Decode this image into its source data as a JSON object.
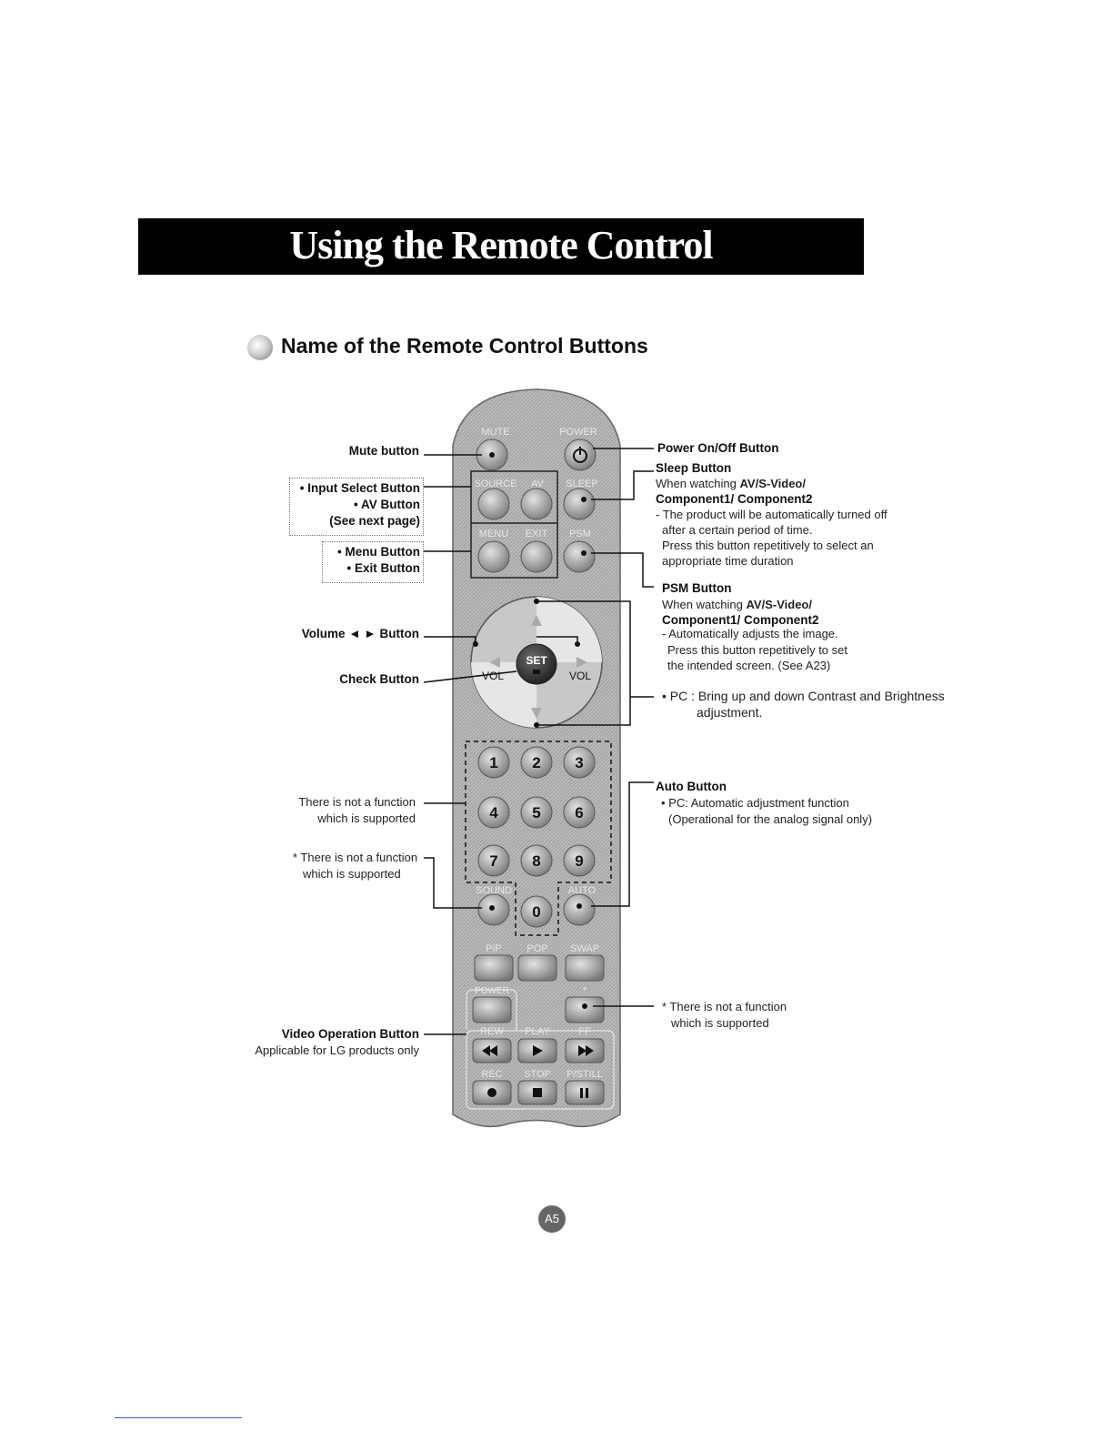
{
  "header": {
    "title": "Using the Remote Control"
  },
  "section": {
    "heading": "Name of the Remote Control Buttons"
  },
  "labels_left": {
    "mute": "Mute button",
    "input_select": "• Input Select Button",
    "av": "• AV Button",
    "see_next": "(See next page)",
    "menu": "• Menu Button",
    "exit": "• Exit Button",
    "volume": "Volume ◄  ► Button",
    "check": "Check Button",
    "no_function_1a": "There is not a function",
    "no_function_1b": "which is supported",
    "no_function_2a": "* There is not a function",
    "no_function_2b": "which is supported",
    "video_op": "Video Operation Button",
    "video_op_note": "Applicable for LG products only"
  },
  "labels_right": {
    "power": "Power On/Off Button",
    "sleep_title": "Sleep Button",
    "sleep_watch": "When watching ",
    "sleep_watch_bold": "AV/S-Video/",
    "sleep_comp": "Component1/ Component2",
    "sleep_d1": "- The product will be automatically turned off",
    "sleep_d2": "after a certain period of time.",
    "sleep_d3": "Press this button repetitively to select an",
    "sleep_d4": "appropriate time duration",
    "psm_title": "PSM Button",
    "psm_watch": "When watching ",
    "psm_watch_bold": "AV/S-Video/",
    "psm_comp": "Component1/ Component2",
    "psm_d1": "- Automatically adjusts the image.",
    "psm_d2": "Press this button repetitively to set",
    "psm_d3": "the intended screen. (See A23)",
    "pc_a": "• PC : Bring up and down Contrast and Brightness",
    "pc_b": "adjustment.",
    "auto_title": "Auto Button",
    "auto_d1": "• PC: Automatic adjustment function",
    "auto_d2": "(Operational for the analog signal only)",
    "star_a": "* There is not a function",
    "star_b": "which is supported"
  },
  "remote": {
    "mute": "MUTE",
    "power": "POWER",
    "source": "SOURCE",
    "av": "AV",
    "sleep": "SLEEP",
    "menu": "MENU",
    "exit": "EXIT",
    "psm": "PSM",
    "set": "SET",
    "vol_left": "VOL",
    "vol_right": "VOL",
    "digits": [
      "1",
      "2",
      "3",
      "4",
      "5",
      "6",
      "7",
      "8",
      "9",
      "0"
    ],
    "sound": "SOUND",
    "auto": "AUTO",
    "pip": "PIP",
    "pop": "POP",
    "swap": "SWAP",
    "power2": "POWER",
    "star": "*",
    "rew": "REW",
    "play": "PLAY",
    "ff": "FF",
    "rec": "REC",
    "stop": "STOP",
    "pstill": "P/STILL"
  },
  "footer": {
    "page": "A5"
  }
}
